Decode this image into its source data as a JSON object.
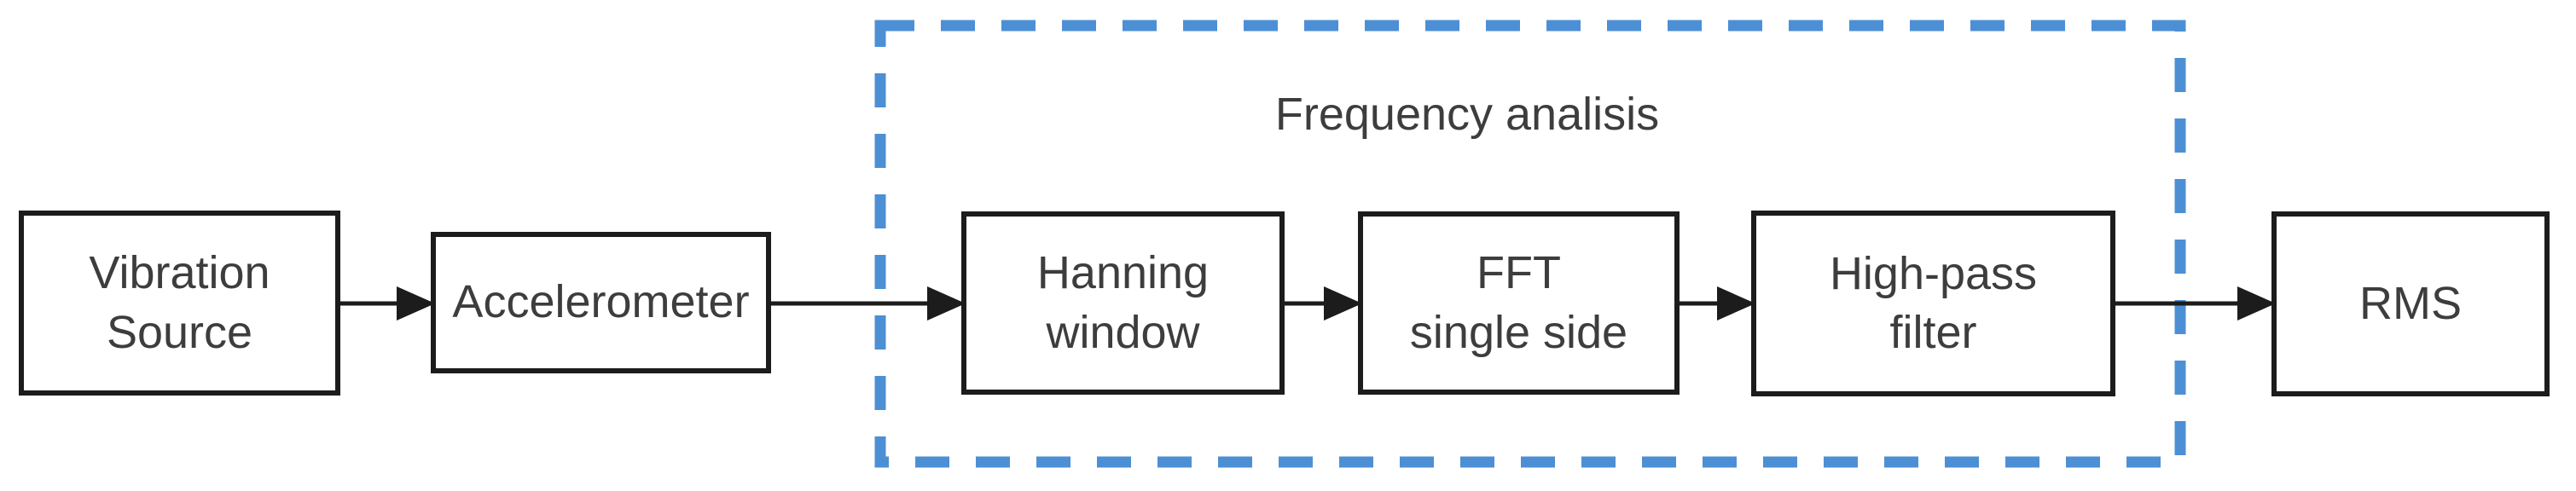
{
  "diagram": {
    "group": {
      "title": "Frequency analisis",
      "members": [
        "hanning-window",
        "fft-single-side",
        "high-pass-filter"
      ]
    },
    "nodes": [
      {
        "id": "vibration-source",
        "label": "Vibration\nSource"
      },
      {
        "id": "accelerometer",
        "label": "Accelerometer"
      },
      {
        "id": "hanning-window",
        "label": "Hanning\nwindow"
      },
      {
        "id": "fft-single-side",
        "label": "FFT\nsingle side"
      },
      {
        "id": "high-pass-filter",
        "label": "High-pass\nfilter"
      },
      {
        "id": "rms",
        "label": "RMS"
      }
    ],
    "connections": [
      {
        "from": "vibration-source",
        "to": "accelerometer"
      },
      {
        "from": "accelerometer",
        "to": "hanning-window"
      },
      {
        "from": "hanning-window",
        "to": "fft-single-side"
      },
      {
        "from": "fft-single-side",
        "to": "high-pass-filter"
      },
      {
        "from": "high-pass-filter",
        "to": "rms"
      }
    ]
  },
  "colors": {
    "group_dashed_border": "#4d8fd4",
    "box_border": "#1c1c1c",
    "arrow": "#1c1c1c",
    "text": "#3d3d3d",
    "background": "#ffffff"
  }
}
